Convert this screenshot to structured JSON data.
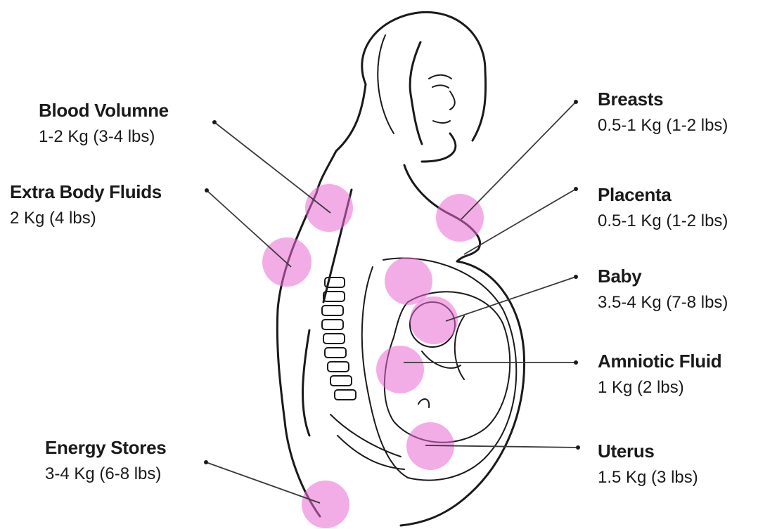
{
  "labels": {
    "blood_volume": {
      "name": "Blood Volumne",
      "weight": "1-2 Kg (3-4 lbs)"
    },
    "extra_fluids": {
      "name": "Extra Body Fluids",
      "weight": "2 Kg (4 lbs)"
    },
    "energy_stores": {
      "name": "Energy Stores",
      "weight": "3-4 Kg (6-8 lbs)"
    },
    "breasts": {
      "name": "Breasts",
      "weight": "0.5-1 Kg (1-2 lbs)"
    },
    "placenta": {
      "name": "Placenta",
      "weight": "0.5-1 Kg (1-2 lbs)"
    },
    "baby": {
      "name": "Baby",
      "weight": "3.5-4 Kg (7-8 lbs)"
    },
    "amniotic_fluid": {
      "name": "Amniotic Fluid",
      "weight": "1 Kg (2 lbs)"
    },
    "uterus": {
      "name": "Uterus",
      "weight": "1.5 Kg (3 lbs)"
    }
  },
  "colors": {
    "highlight": "#e96ad1",
    "baby": "#e8b95a",
    "text": "#1a1a1a"
  }
}
